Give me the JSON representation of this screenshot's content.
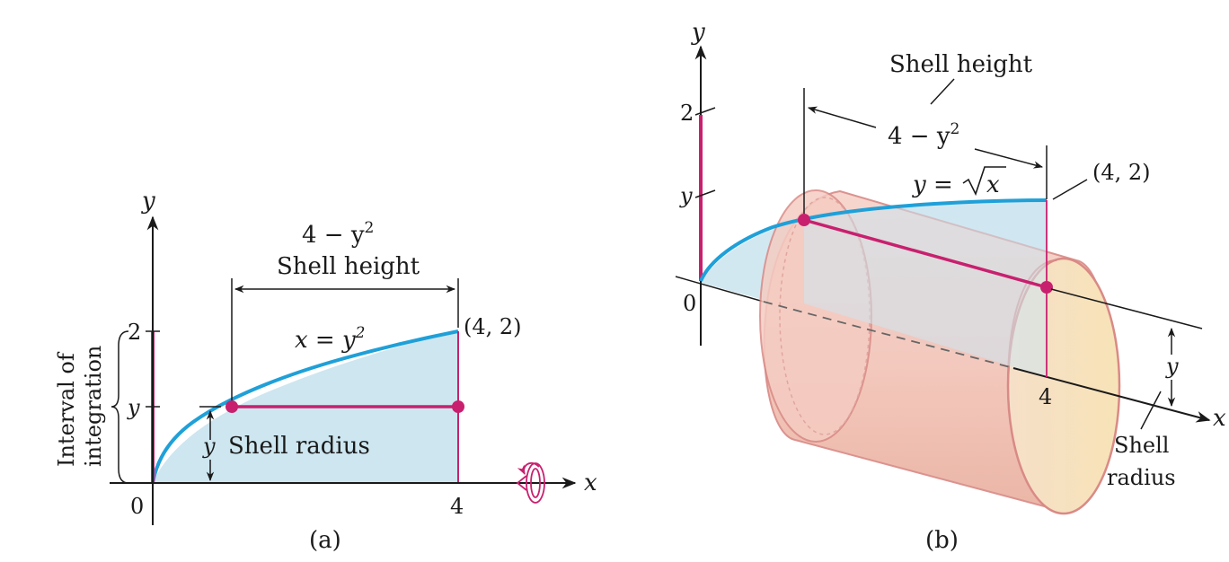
{
  "panel_a": {
    "caption": "(a)",
    "x_axis_label": "x",
    "y_axis_label": "y",
    "origin_label": "0",
    "tick_x_4": "4",
    "tick_y_2": "2",
    "tick_y_y": "y",
    "interval_label_line1": "Interval of",
    "interval_label_line2": "integration",
    "height_expr_base": "4 − y",
    "height_expr_exp": "2",
    "shell_height_label": "Shell height",
    "curve_label_base": "x = y",
    "curve_label_exp": "2",
    "point_label": "(4, 2)",
    "radius_var": "y",
    "shell_radius_label": "Shell radius"
  },
  "panel_b": {
    "caption": "(b)",
    "y_axis_label": "y",
    "x_axis_label": "x",
    "origin_label": "0",
    "tick_y_2": "2",
    "tick_y_y": "y",
    "tick_x_4": "4",
    "shell_height_label": "Shell height",
    "height_expr_base": "4 − y",
    "height_expr_exp": "2",
    "curve_label_lhs": "y = ",
    "curve_label_radicand": "x",
    "point_label": "(4, 2)",
    "radius_var": "y",
    "shell_radius_line1": "Shell",
    "shell_radius_line2": "radius"
  },
  "colors": {
    "curve": "#1fa0d8",
    "region_fill": "#cde6f0",
    "shell_segment": "#c8206e",
    "cylinder_body": "#f3c7bd",
    "cylinder_edge": "#d98a86",
    "axis": "#1a1a1a"
  }
}
